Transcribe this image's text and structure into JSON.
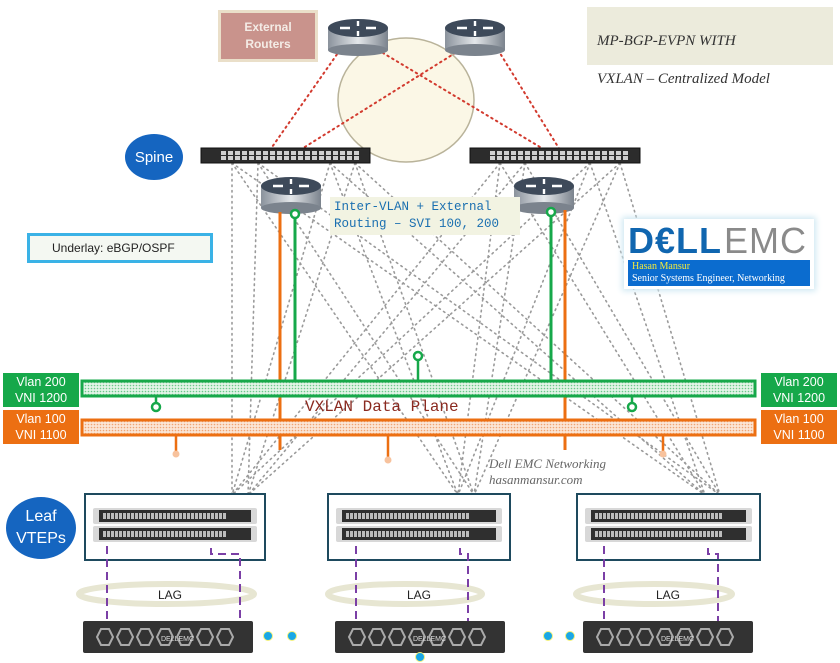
{
  "title": {
    "line1": "MP-BGP-EVPN WITH",
    "line2": "VXLAN – Centralized Model"
  },
  "labels": {
    "external_routers": "External\nRouters",
    "spine": "Spine",
    "leaf_vteps": "Leaf\nVTEPs",
    "underlay": "Underlay: eBGP/OSPF",
    "routing_note": "Inter-VLAN + External\nRouting – SVI 100, 200",
    "vxlan_data_plane": "VXLAN Data Plane",
    "watermark": "Dell EMC Networking\nhasanmansur.com",
    "lag": "LAG"
  },
  "branding": {
    "logo_dell": "D€LL",
    "logo_emc": "EMC",
    "author_name": "Hasan Mansur",
    "author_role": "Senior Systems Engineer, Networking"
  },
  "vlans": [
    {
      "vlan": "Vlan 200",
      "vni": "VNI 1200",
      "color": "#16a84a"
    },
    {
      "vlan": "Vlan 100",
      "vni": "VNI 1100",
      "color": "#ec6f12"
    }
  ],
  "nodes": {
    "external_routers": 2,
    "spine_switches": 2,
    "border_routers": 2,
    "leaf_pairs": 3,
    "servers": 3
  },
  "colors": {
    "external_link": "#d23a2e",
    "fabric_link": "#9a9a9a",
    "lag_link": "#7b3fa6",
    "leaf_border": "#1e4a5e",
    "label_blue": "#1565c0",
    "endpoint_dot": "#1aa7e6"
  }
}
